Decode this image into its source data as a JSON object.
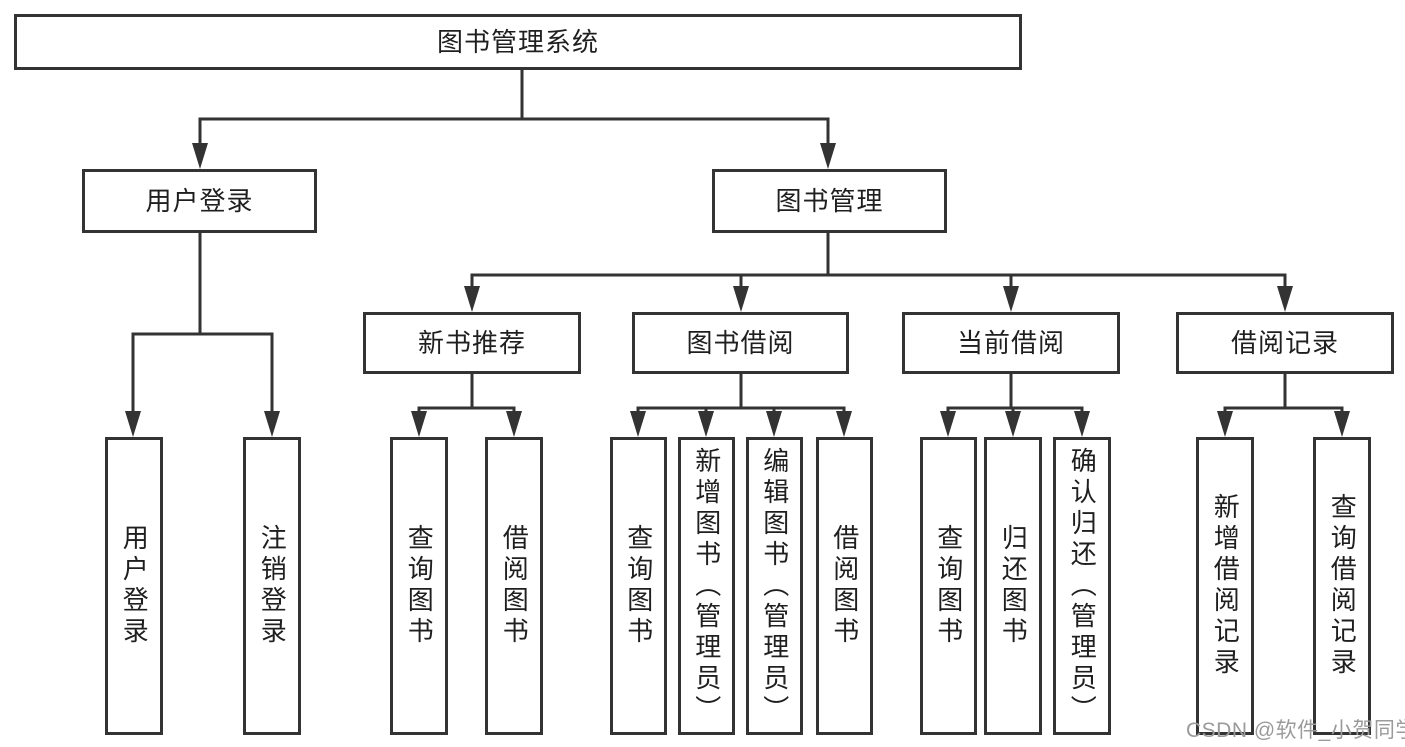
{
  "diagram_title": "图书管理系统",
  "nodes": {
    "root": "图书管理系统",
    "user_login": "用户登录",
    "book_mgmt": "图书管理",
    "new_books": "新书推荐",
    "book_borrow": "图书借阅",
    "current_borrow": "当前借阅",
    "borrow_records": "借阅记录",
    "leaf_user_login": "用户登录",
    "leaf_logout": "注销登录",
    "leaf_nb_query": "查询图书",
    "leaf_nb_borrow": "借阅图书",
    "leaf_bb_query": "查询图书",
    "leaf_bb_add": "新增图书（管理员）",
    "leaf_bb_edit": "编辑图书（管理员）",
    "leaf_bb_borrow": "借阅图书",
    "leaf_cb_query": "查询图书",
    "leaf_cb_return": "归还图书",
    "leaf_cb_confirm": "确认归还（管理员）",
    "leaf_br_add": "新增借阅记录",
    "leaf_br_query": "查询借阅记录"
  },
  "watermark": "CSDN @软件_小贺同学",
  "colors": {
    "line": "#333333",
    "text": "#1f1f1f",
    "background": "#ffffff",
    "watermark": "#9b9b9b"
  }
}
